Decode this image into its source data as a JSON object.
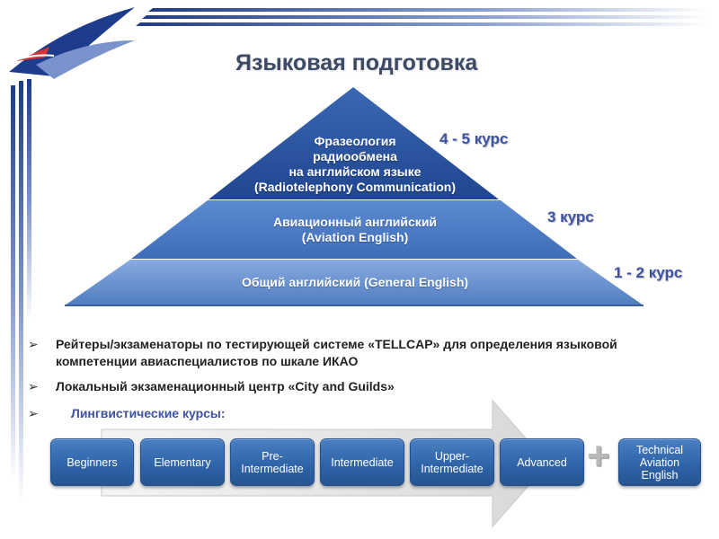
{
  "title": "Языковая подготовка",
  "pyramid": [
    {
      "text": "Фразеология\nрадиообмена\nна английском языке\n(Radiotelephony Communication)",
      "course": "4 - 5 курс"
    },
    {
      "text": "Авиационный английский\n(Aviation English)",
      "course": "3 курс"
    },
    {
      "text": "Общий английский (General English)",
      "course": "1 - 2 курс"
    }
  ],
  "bullets": [
    "Рейтеры/экзаменаторы по тестирующей системе «TELLCAP» для определения языковой компетенции авиаспециалистов по шкале ИКАО",
    "Локальный экзаменационный центр «City and Guilds»",
    "Лингвистические курсы:"
  ],
  "courses": [
    "Beginners",
    "Elementary",
    "Pre-\nIntermediate",
    "Intermediate",
    "Upper-\nIntermediate",
    "Advanced"
  ],
  "extra_course": "Technical\nAviation\nEnglish",
  "plus_sign": "+",
  "colors": {
    "title": "#3c4a66",
    "course_label": "#3d52a0",
    "tier_top": "#2c56a0",
    "tier_mid": "#4d7cc4",
    "tier_bottom": "#7298d3",
    "box": "#2e62a6"
  },
  "icons": [
    "airplane-logo-icon",
    "arrow-bullet-icon",
    "big-arrow-icon",
    "plus-icon"
  ]
}
